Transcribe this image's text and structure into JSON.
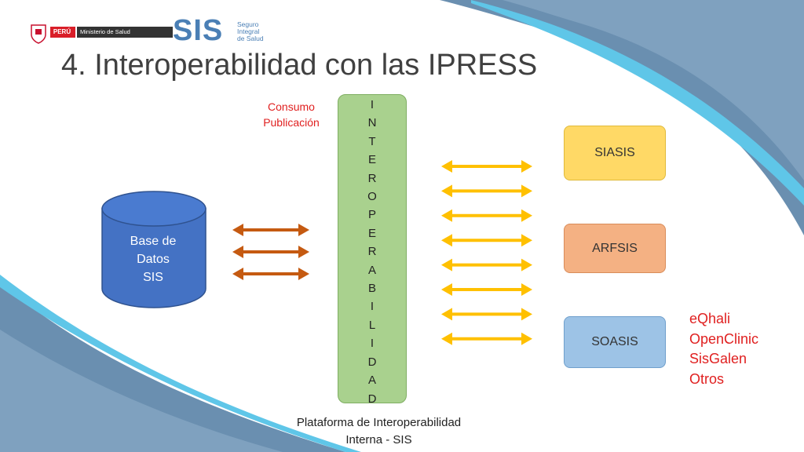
{
  "header": {
    "peru_label": "PERÚ",
    "ministry_label": "Ministerio de Salud",
    "sis_logo": "SIS",
    "sis_subtitle": [
      "Seguro",
      "Integral",
      "de Salud"
    ]
  },
  "title": "4. Interoperabilidad con las IPRESS",
  "note": [
    "Consumo",
    "Publicación"
  ],
  "platform_letters": [
    "I",
    "N",
    "T",
    "E",
    "R",
    "O",
    "P",
    "E",
    "R",
    "A",
    "B",
    "I",
    "L",
    "I",
    "D",
    "A",
    "D"
  ],
  "database": {
    "label_lines": [
      "Base de",
      "Datos",
      "SIS"
    ]
  },
  "systems": [
    "SIASIS",
    "ARFSIS",
    "SOASIS"
  ],
  "other_systems": [
    "eQhali",
    "OpenClinic",
    "SisGalen",
    "Otros"
  ],
  "caption": [
    "Plataforma de Interoperabilidad",
    "Interna - SIS"
  ],
  "colors": {
    "title": "#404040",
    "accent_red": "#e02020",
    "platform_green": "#a9d18e",
    "siasis_yellow": "#ffd966",
    "arfsis_orange": "#f4b183",
    "soasis_blue": "#9dc3e6",
    "db_blue": "#4472c4",
    "arrow_left": "#c55a11",
    "arrow_right": "#ffc000",
    "sis_blue": "#4a7fb5"
  }
}
